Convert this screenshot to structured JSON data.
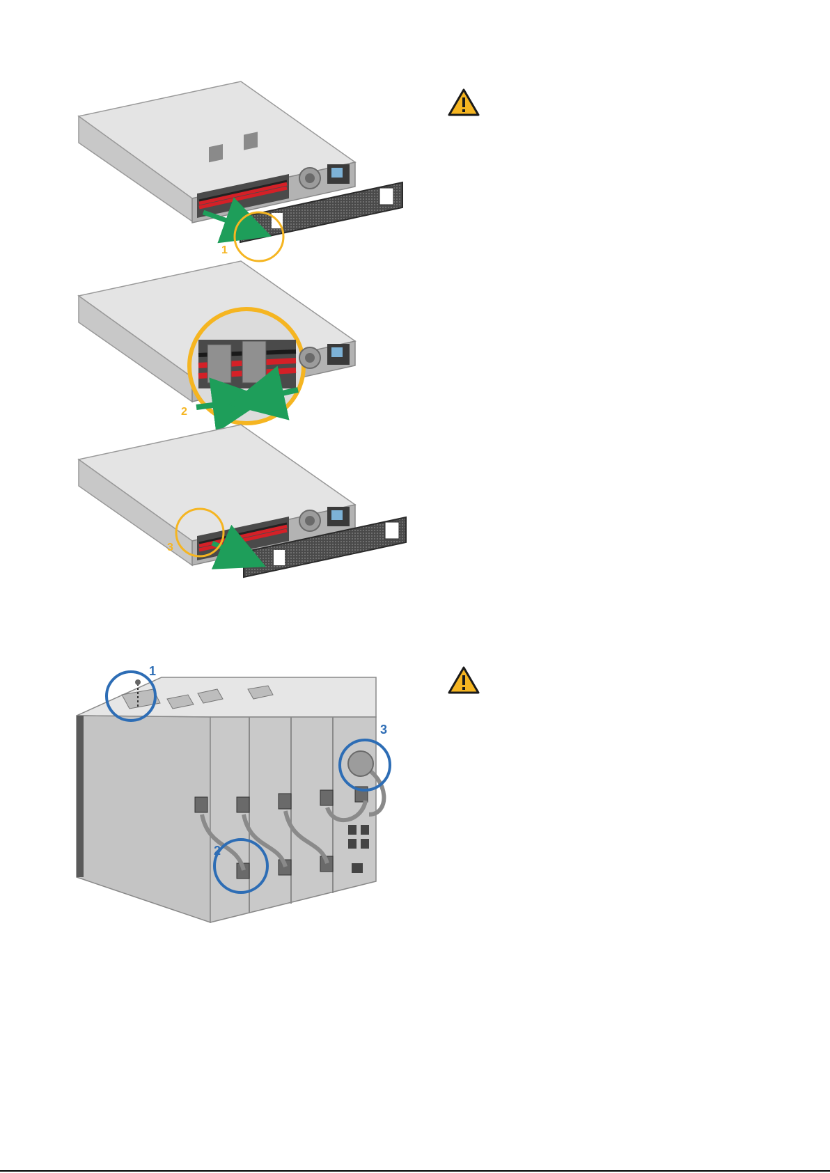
{
  "colors": {
    "callout_step_a": "#f5b521",
    "callout_step_b": "#2d6db5",
    "arrow": "#1e9e5a",
    "cable_red": "#d42027",
    "metal_light": "#e2e2e2",
    "metal_mid": "#bdbdbd",
    "metal_dark": "#7a7a7a",
    "bezel": "#3c3c3c",
    "warning_yellow": "#f5b521"
  },
  "icons": {
    "warning_top": "warning-triangle-icon",
    "warning_bottom": "warning-triangle-icon"
  },
  "figure_a": {
    "step1_label": "1",
    "step2_label": "2",
    "step3_label": "3"
  },
  "figure_b": {
    "step1_label": "1",
    "step2_label": "2",
    "step3_label": "3"
  }
}
